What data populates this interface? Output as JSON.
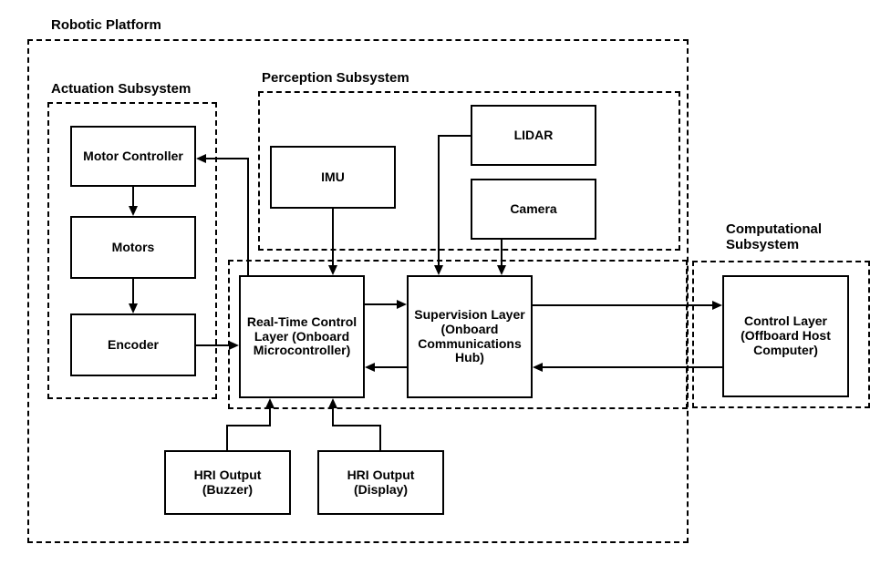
{
  "diagram": {
    "platform_label": "Robotic Platform",
    "groups": {
      "actuation": {
        "label": "Actuation Subsystem"
      },
      "perception": {
        "label": "Perception Subsystem"
      },
      "computational": {
        "label": "Computational\nSubsystem"
      }
    },
    "nodes": {
      "motor_controller": {
        "label": "Motor Controller"
      },
      "motors": {
        "label": "Motors"
      },
      "encoder": {
        "label": "Encoder"
      },
      "imu": {
        "label": "IMU"
      },
      "lidar": {
        "label": "LIDAR"
      },
      "camera": {
        "label": "Camera"
      },
      "realtime": {
        "label": "Real-Time Control\nLayer (Onboard\nMicrocontroller)"
      },
      "supervision": {
        "label": "Supervision Layer\n(Onboard\nCommunications\nHub)"
      },
      "control": {
        "label": "Control Layer\n(Offboard Host\nComputer)"
      },
      "hri_buzzer": {
        "label": "HRI Output\n(Buzzer)"
      },
      "hri_display": {
        "label": "HRI Output\n(Display)"
      }
    },
    "colors": {
      "line": "#000000",
      "background": "#ffffff",
      "text": "#000000"
    }
  }
}
